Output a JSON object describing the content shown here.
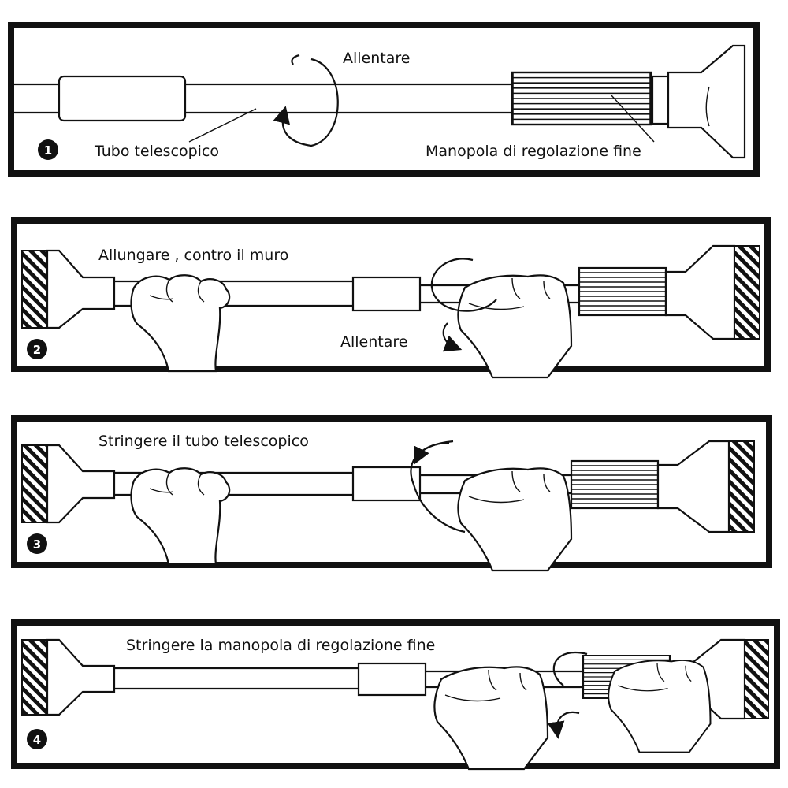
{
  "steps": [
    {
      "number": "1",
      "labels": {
        "rotate": "Allentare",
        "tube": "Tubo telescopico",
        "knob": "Manopola di regolazione fine"
      }
    },
    {
      "number": "2",
      "labels": {
        "instruction": "Allungare , contro il muro",
        "rotate": "Allentare"
      }
    },
    {
      "number": "3",
      "labels": {
        "instruction": "Stringere il tubo telescopico"
      }
    },
    {
      "number": "4",
      "labels": {
        "instruction": "Stringere la manopola di regolazione fine"
      }
    }
  ],
  "colors": {
    "ink": "#111111",
    "paper": "#ffffff"
  }
}
